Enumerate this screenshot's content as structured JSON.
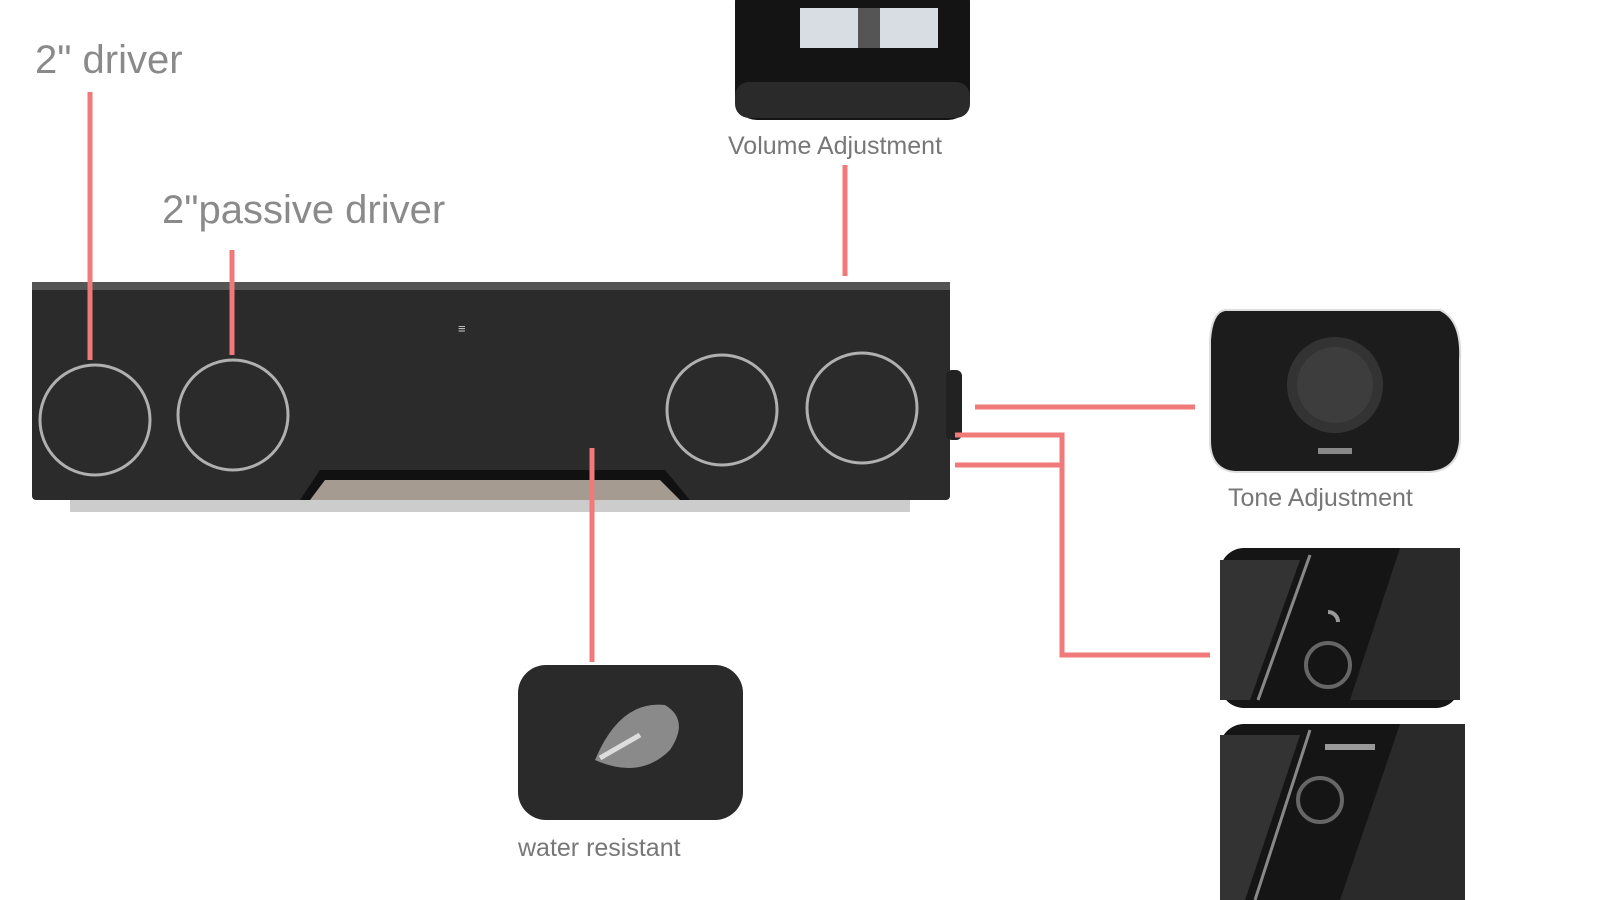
{
  "labels": {
    "driver": "2\" driver",
    "passive_driver": "2\"passive driver",
    "volume": "Volume Adjustment",
    "tone": "Tone Adjustment",
    "water": "water resistant"
  },
  "colors": {
    "callout_line": "#f07a7a",
    "device_body": "#2b2b2b",
    "driver_ring": "#b0b0b0"
  }
}
